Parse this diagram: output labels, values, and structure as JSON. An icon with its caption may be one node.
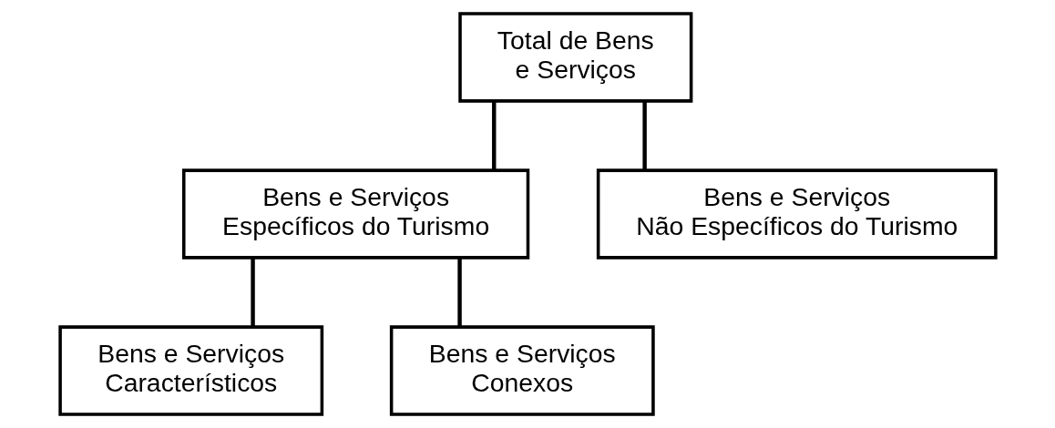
{
  "diagram": {
    "nodes": [
      {
        "text": [
          "Total de Bens e Serviços"
        ]
      },
      {
        "text": [
          "Bens e Serviços Específicos do Turismo"
        ]
      },
      {
        "text": [
          "Bens e Serviços Não Específicos do Turismo"
        ]
      },
      {
        "text": [
          "Bens e Serviços Característicos"
        ]
      },
      {
        "text": [
          "Bens e Serviços Conexos"
        ]
      }
    ],
    "edges": [
      {
        "from": 0,
        "to": 1,
        "arrow": "none"
      },
      {
        "from": 0,
        "to": 2,
        "arrow": "none"
      },
      {
        "from": 1,
        "to": 3,
        "arrow": "none"
      },
      {
        "from": 1,
        "to": 4,
        "arrow": "none"
      }
    ]
  }
}
